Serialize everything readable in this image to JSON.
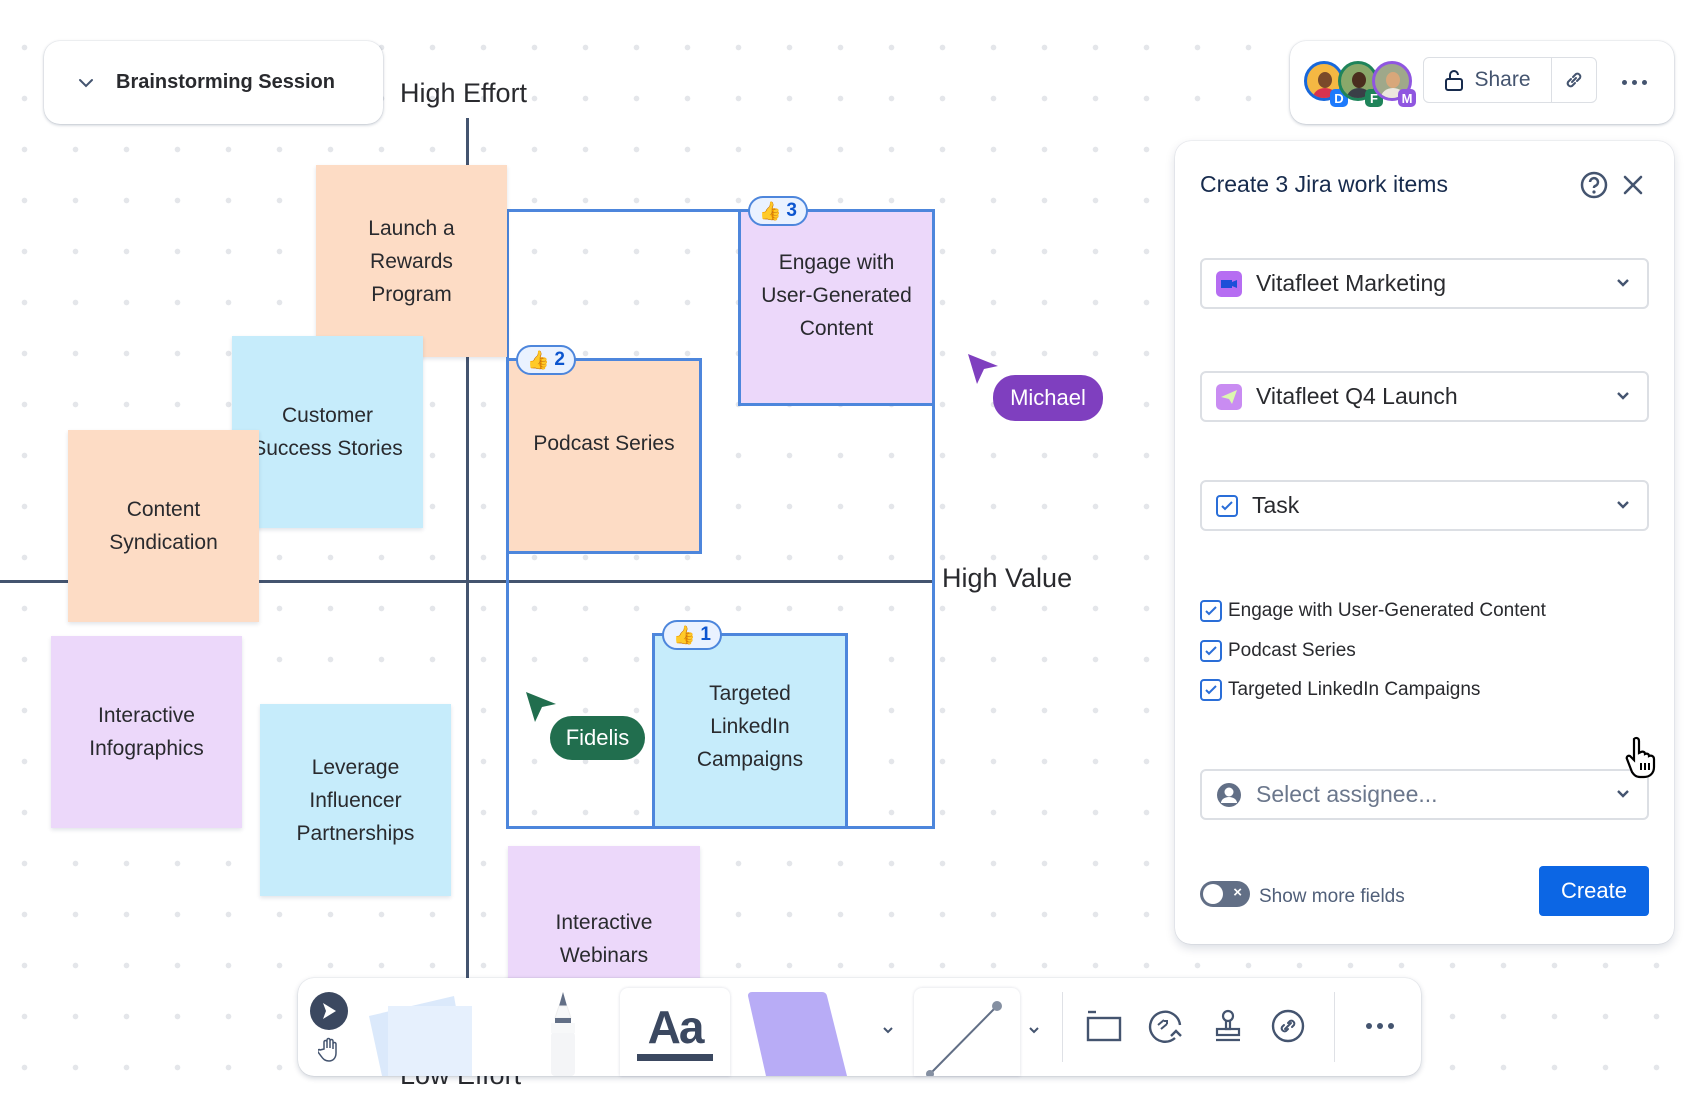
{
  "board": {
    "title": "Brainstorming Session",
    "axes": {
      "top": "High Effort",
      "right": "High Value",
      "bottom": "Low Effort"
    }
  },
  "notes": [
    {
      "id": "launch-rewards",
      "text": "Launch a\nRewards\nProgram",
      "color": "orange"
    },
    {
      "id": "customer-success",
      "text": "Customer\nSuccess Stories",
      "color": "blue"
    },
    {
      "id": "content-syndication",
      "text": "Content\nSyndication",
      "color": "orange"
    },
    {
      "id": "interactive-infographics",
      "text": "Interactive\nInfographics",
      "color": "purple"
    },
    {
      "id": "leverage-influencer",
      "text": "Leverage\nInfluencer\nPartnerships",
      "color": "blue"
    },
    {
      "id": "engage-ugc",
      "text": "Engage with\nUser-Generated\nContent",
      "color": "purple",
      "votes": "3",
      "selected": true
    },
    {
      "id": "podcast-series",
      "text": "Podcast Series",
      "color": "orange",
      "votes": "2",
      "selected": true
    },
    {
      "id": "targeted-linkedin",
      "text": "Targeted\nLinkedIn\nCampaigns",
      "color": "blue",
      "votes": "1",
      "selected": true
    },
    {
      "id": "interactive-webinars",
      "text": "Interactive\nWebinars",
      "color": "purple"
    }
  ],
  "cursors": [
    {
      "name": "Michael",
      "color": "#7f3fbf"
    },
    {
      "name": "Fidelis",
      "color": "#216e4e"
    }
  ],
  "collaborators": [
    {
      "initial": "D",
      "color": "#1d7afc",
      "ring": "#1868db"
    },
    {
      "initial": "F",
      "color": "#1f845a",
      "ring": "#1f845a"
    },
    {
      "initial": "M",
      "color": "#8f56e0",
      "ring": "#8f56e0"
    }
  ],
  "topbar": {
    "share_label": "Share",
    "link_icon": "link-icon",
    "more_icon": "more-icon"
  },
  "panel": {
    "title": "Create 3 Jira work items",
    "project": "Vitafleet Marketing",
    "epic": "Vitafleet Q4 Launch",
    "work_type": "Task",
    "items": [
      {
        "label": "Engage with User-Generated Content",
        "checked": true
      },
      {
        "label": "Podcast Series",
        "checked": true
      },
      {
        "label": "Targeted LinkedIn Campaigns",
        "checked": true
      }
    ],
    "assignee_placeholder": "Select assignee...",
    "toggle_label": "Show more fields",
    "toggle_on": false,
    "create_label": "Create"
  },
  "toolbar": {
    "tools": [
      "select-tool",
      "hand-tool",
      "sticky-note-tool",
      "marker-tool",
      "text-tool",
      "shape-tool",
      "line-tool",
      "frame-tool",
      "ai-tool",
      "stamp-tool",
      "link-tool",
      "more-tool"
    ],
    "text_tool_label": "Aa"
  },
  "colors": {
    "accent": "#0c66e4",
    "selection": "#4d86dc",
    "note_orange": "#fddcc5",
    "note_blue": "#c6ecfb",
    "note_purple": "#ecd8fa"
  }
}
